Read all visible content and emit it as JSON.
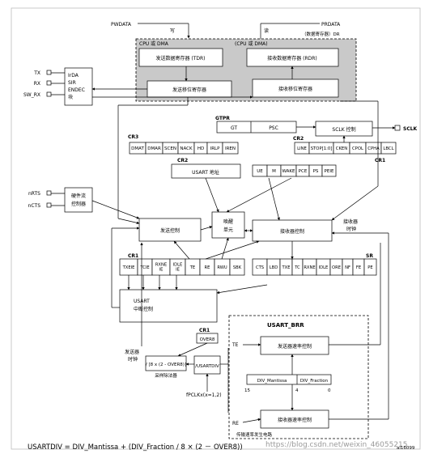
{
  "top": {
    "pwdata": "PWDATA",
    "prdata": "PRDATA",
    "write": "写",
    "read": "读",
    "dr_note": "（数据寄存器）DR"
  },
  "cpu_dma_left": "CPU 或 DMA",
  "cpu_dma_right": "(CPU 或 DMA)",
  "tdr": "发送数据寄存器 (TDR)",
  "rdr": "接收数据寄存器 (RDR)",
  "tx_shift": "发送移位寄存器",
  "rx_shift": "接收移位寄存器",
  "pins": {
    "tx": "TX",
    "rx": "RX",
    "sw_rx": "SW_RX",
    "nrts": "nRTS",
    "ncts": "nCTS",
    "sclk": "SCLK"
  },
  "irda": [
    "IrDA",
    "SIR",
    "ENDEC",
    "块"
  ],
  "hw_flow": [
    "硬件流",
    "控制器"
  ],
  "gtpr": {
    "title": "GTPR",
    "gt": "GT",
    "psc": "PSC"
  },
  "sclk_ctrl": "SCLK 控制",
  "cr3": {
    "title": "CR3",
    "bits": [
      "DMAT",
      "DMAR",
      "SCEN",
      "NACK",
      "HD",
      "IRLP",
      "IREN"
    ]
  },
  "cr2_top": {
    "title": "CR2",
    "bits": [
      "LINE",
      "STOP[1:0]",
      "CKEN",
      "CPOL",
      "CPHA",
      "LBCL"
    ]
  },
  "cr2_addr": {
    "title": "CR2",
    "label": "USART 地址"
  },
  "cr1_top": {
    "title": "CR1",
    "bits": [
      "UE",
      "M",
      "WAKE",
      "PCE",
      "PS",
      "PEIE"
    ]
  },
  "tx_control": "发送控制",
  "wakeup": [
    "唤醒",
    "单元"
  ],
  "rx_control": "接收器控制",
  "rx_clock": [
    "接收器",
    "时钟"
  ],
  "cr1_left": {
    "title": "CR1",
    "bits": [
      "TXEIE",
      "TCIE",
      "RXNE IE",
      "IDLE IE",
      "TE",
      "RE",
      "RWU",
      "SBK"
    ]
  },
  "sr": {
    "title": "SR",
    "bits": [
      "CTS",
      "LBD",
      "TXE",
      "TC",
      "RXNE",
      "IDLE",
      "ORE",
      "NF",
      "FE",
      "PE"
    ]
  },
  "irq": [
    "USART",
    "中断控制"
  ],
  "tx_clock": [
    "发送器",
    "时钟"
  ],
  "cr1_over8": {
    "title": "CR1",
    "label": "OVER8"
  },
  "divider": {
    "formula": "/ [8 x (2 - OVER8)]",
    "sub": "采样除法器"
  },
  "usartdiv": "/USARTDIV",
  "fpclk": "fPCLKx(x=1,2)",
  "brr": {
    "title": "USART_BRR",
    "te": "TE",
    "re": "RE",
    "tx_rate": "发送器速率控制",
    "rx_rate": "接收器速率控制",
    "mantissa": "DIV_Mantissa",
    "fraction": "DIV_Fraction",
    "n15": "15",
    "n4": "4",
    "n0": "0",
    "footer": "传输速率发生电路"
  },
  "formula": "USARTDIV = DIV_Mantissa + (DIV_Fraction / 8 × (2 － OVER8))",
  "watermark": "https://blog.csdn.net/weixin_46055215",
  "fig_id": "ai16099"
}
